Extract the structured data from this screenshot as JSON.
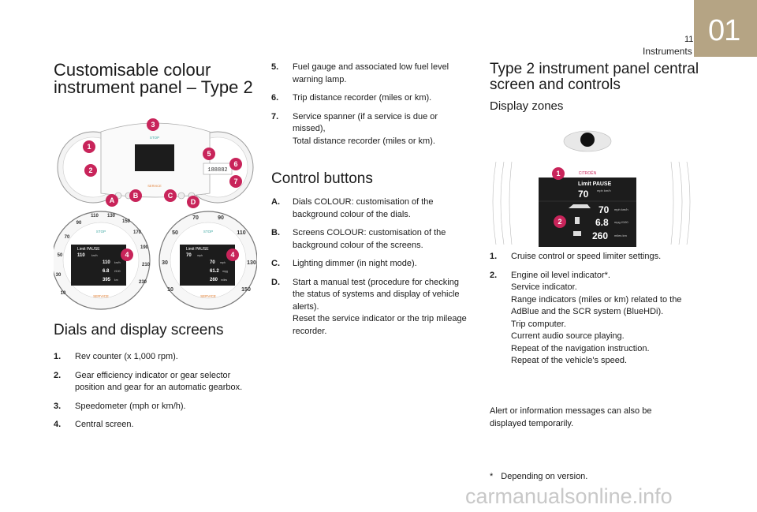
{
  "header": {
    "page_number": "11",
    "section": "Instruments",
    "chapter": "01"
  },
  "main_title": "Customisable colour instrument panel – Type 2",
  "dials_title": "Dials and display screens",
  "dials_items": [
    {
      "num": "1.",
      "text": "Rev counter (x 1,000 rpm)."
    },
    {
      "num": "2.",
      "text": "Gear efficiency indicator or gear selector position and gear for an automatic gearbox."
    },
    {
      "num": "3.",
      "text": "Speedometer (mph or km/h)."
    },
    {
      "num": "4.",
      "text": "Central screen."
    }
  ],
  "cont_items": [
    {
      "num": "5.",
      "text": "Fuel gauge and associated low fuel level warning lamp."
    },
    {
      "num": "6.",
      "text": "Trip distance recorder (miles or km)."
    },
    {
      "num": "7.",
      "text": "Service spanner (if a service is due or missed),\nTotal distance recorder (miles or km)."
    }
  ],
  "control_title": "Control buttons",
  "control_items": [
    {
      "num": "A.",
      "text": "Dials COLOUR: customisation of the background colour of the dials."
    },
    {
      "num": "B.",
      "text": "Screens COLOUR: customisation of the background colour of the screens."
    },
    {
      "num": "C.",
      "text": "Lighting dimmer (in night mode)."
    },
    {
      "num": "D.",
      "text": "Start a manual test (procedure for checking the status of systems and display of vehicle alerts).\nReset the service indicator or the trip mileage recorder."
    }
  ],
  "type2_title": "Type 2 instrument panel central screen and controls",
  "zones_title": "Display zones",
  "zones_items": [
    {
      "num": "1.",
      "text": "Cruise control or speed limiter settings."
    },
    {
      "num": "2.",
      "text": "Engine oil level indicator*.\nService indicator.\nRange indicators (miles or km) related to the AdBlue and the SCR system (BlueHDi).\nTrip computer.\nCurrent audio source playing.\nRepeat of the navigation instruction.\nRepeat of the vehicle's speed."
    }
  ],
  "note": "Alert or information messages can also be displayed temporarily.",
  "footnote": {
    "star": "*",
    "text": "Depending on version."
  },
  "watermark": "carmanualsonline.info",
  "illustration_dash": {
    "callouts": [
      "1",
      "2",
      "3",
      "4",
      "5",
      "6",
      "7",
      "4"
    ],
    "buttons": [
      "A",
      "B",
      "C",
      "D"
    ],
    "stop_label": "STOP",
    "service_label": "SERVICE",
    "left_screen": {
      "title": "Limit PAUSE",
      "speed": "110",
      "unit": "km/h",
      "r1": "110",
      "r1u": "km/h",
      "r2": "6.8",
      "r2u": "l/100",
      "r3": "395",
      "r3u": "km"
    },
    "right_screen": {
      "title": "Limit PAUSE",
      "speed": "70",
      "unit": "mph",
      "r1": "70",
      "r1u": "mph",
      "r2": "61.2",
      "r2u": "mpg",
      "r3": "260",
      "r3u": "miles"
    },
    "left_ticks": [
      "10",
      "30",
      "50",
      "70",
      "90",
      "110",
      "130",
      "150",
      "170",
      "190",
      "210",
      "230"
    ],
    "right_ticks": [
      "10",
      "30",
      "50",
      "70",
      "90",
      "110",
      "130",
      "150"
    ],
    "odo": "188882"
  },
  "illustration_screen": {
    "brand": "CITROËN",
    "callouts": [
      "1",
      "2"
    ],
    "title": "Limit PAUSE",
    "speed": "70",
    "speed_unit": "mph km/h",
    "r1": "70",
    "r1u": "mph km/h",
    "r2": "6.8",
    "r2u": "mpg l/100",
    "r3": "260",
    "r3u": "miles km"
  },
  "colors": {
    "chapter_tab": "#b5a484",
    "callout": "#c8245a",
    "screen_bg": "#1c1c1c",
    "accent_green": "#3aa6a0",
    "accent_orange": "#e07a2b"
  }
}
